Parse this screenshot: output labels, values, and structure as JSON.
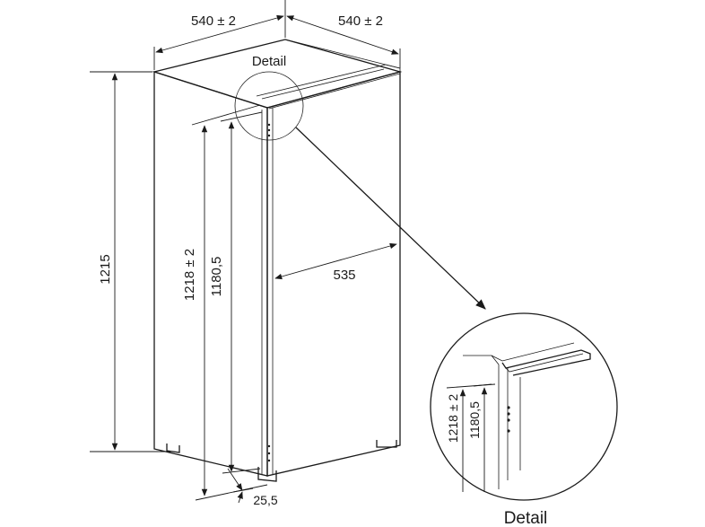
{
  "dimensions": {
    "width_left": "540 ± 2",
    "width_right": "540 ± 2",
    "height_total": "1215",
    "niche_height": "1218 ± 2",
    "door_height": "1180,5",
    "depth": "535",
    "bottom_offset": "25,5"
  },
  "detail": {
    "top_label": "Detail",
    "bottom_label": "Detail",
    "niche_height": "1218 ± 2",
    "door_height": "1180,5"
  }
}
